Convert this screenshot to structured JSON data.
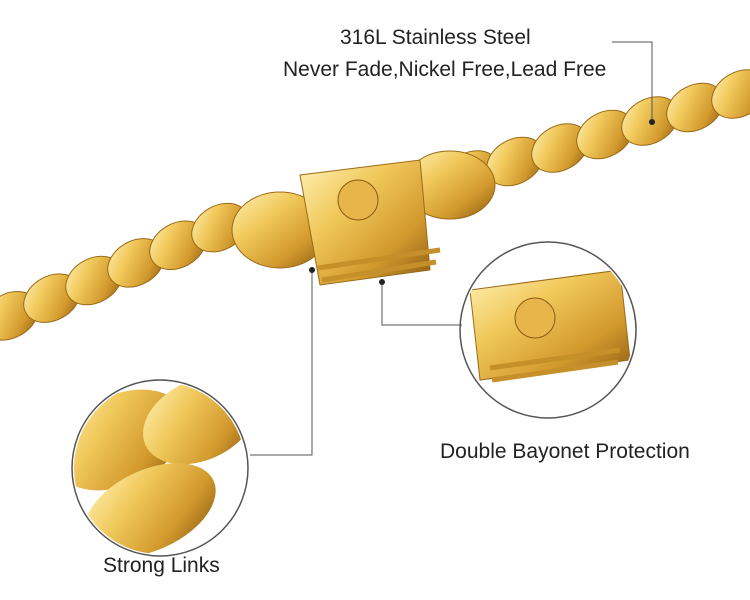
{
  "captions": {
    "material": "316L Stainless Steel",
    "properties": "Never Fade,Nickel Free,Lead Free",
    "links": "Strong Links",
    "clasp": "Double Bayonet Protection"
  },
  "colors": {
    "gold_light": "#fbe08a",
    "gold_mid": "#e9b949",
    "gold_dark": "#a8741c",
    "leader_line": "#555555"
  }
}
